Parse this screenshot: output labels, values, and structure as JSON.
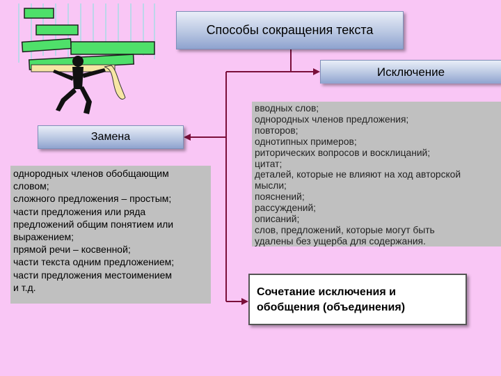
{
  "title": "Способы сокращения текста",
  "exclusion": {
    "label": "Исключение",
    "items": [
      "вводных слов;",
      "однородных членов предложения;",
      "повторов;",
      "однотипных примеров;",
      "риторических вопросов и восклицаний;",
      "цитат;",
      "деталей, которые не влияют на ход авторской",
      "мысли;",
      "пояснений;",
      "рассуждений;",
      "описаний;",
      "слов, предложений, которые могут быть",
      "удалены без ущерба для содержания."
    ]
  },
  "replacement": {
    "label": "Замена",
    "items": [
      "однородных членов обобщающим",
      "словом;",
      "сложного предложения – простым;",
      "части предложения  или ряда",
      "предложений общим понятием или",
      "выражением;",
      "прямой речи – косвенной;",
      "части текста одним предложением;",
      "части предложения местоимением",
      "и т.д."
    ]
  },
  "combination": {
    "line1": "Сочетание исключения и",
    "line2": "обобщения (объединения)"
  },
  "colors": {
    "background": "#f9c6f5",
    "connector": "#7a0f3a",
    "gray_box": "#c0c0c0",
    "green_bar": "#4fe06a"
  }
}
